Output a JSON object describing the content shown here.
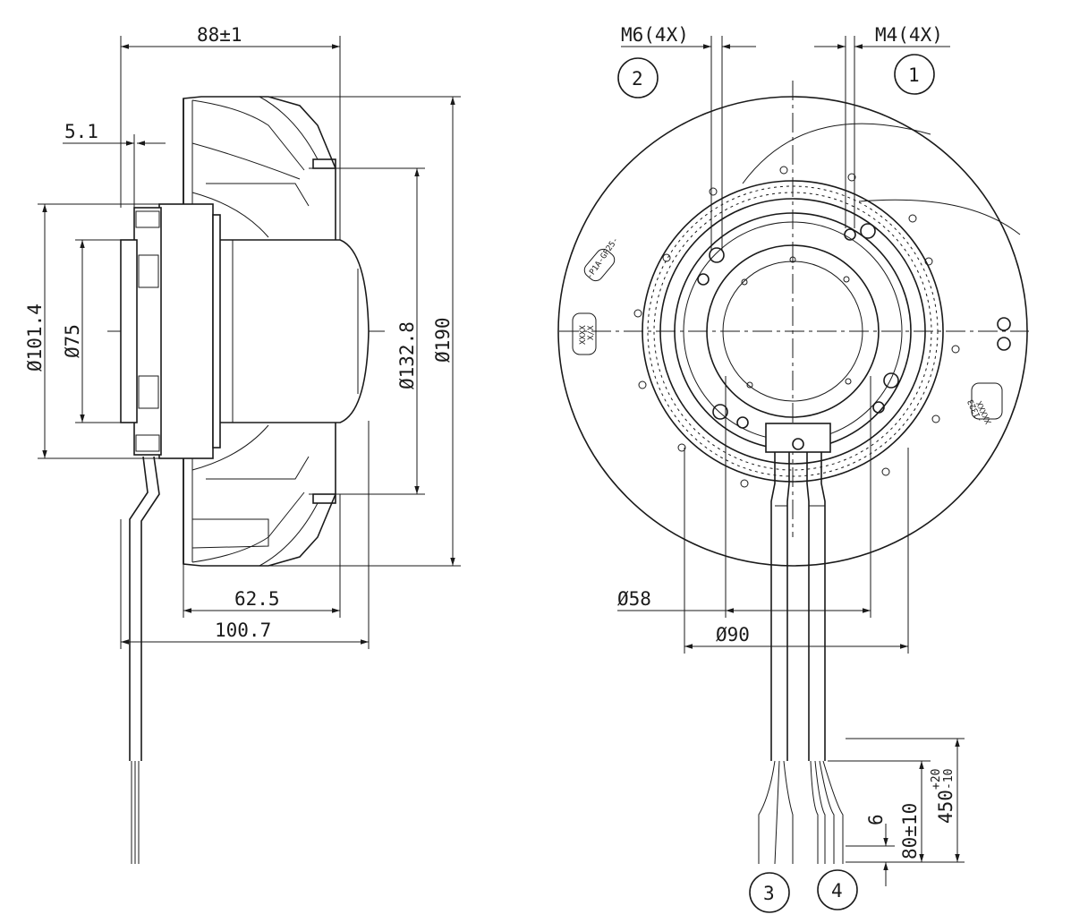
{
  "side_view": {
    "dim_width_top": "88±1",
    "dim_flange": "5.1",
    "dim_dia_outer": "Ø101.4",
    "dim_dia_inner": "Ø75",
    "dim_dia_mid": "Ø132.8",
    "dim_dia_impeller": "Ø190",
    "dim_width_impeller": "62.5",
    "dim_width_total": "100.7"
  },
  "front_view": {
    "thread_left": "M6(4X)",
    "thread_right": "M4(4X)",
    "marker_2": "2",
    "marker_1": "1",
    "marker_3": "3",
    "marker_4": "4",
    "dim_dia_58": "Ø58",
    "dim_dia_90": "Ø90",
    "dim_6": "6",
    "dim_80": "80±10",
    "dim_450_base": "450",
    "dim_450_upper": "+20",
    "dim_450_lower": "-10",
    "label_xx_left_a": "XXXX",
    "label_xx_left_b": "X/X",
    "label_xx_right_a": "XXXXX",
    "label_xx_right_b": "-1323",
    "label_rotated": "-P1A-GF25-"
  }
}
